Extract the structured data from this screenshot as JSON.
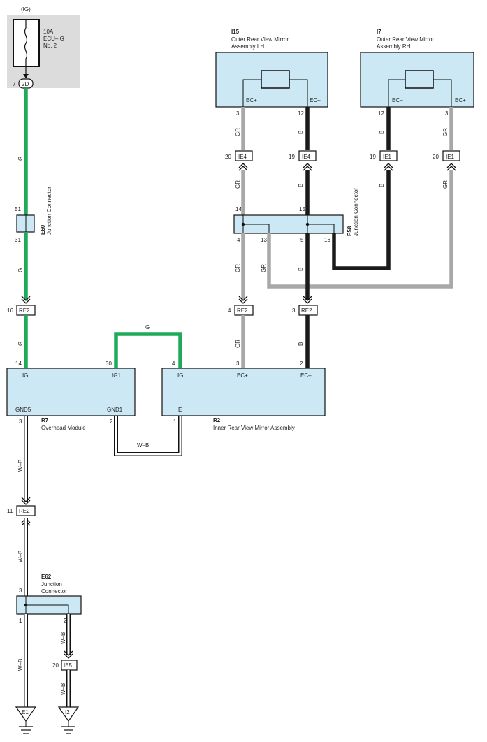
{
  "colors": {
    "G": "#1faa59",
    "GR": "#a8a8a8",
    "B": "#1a1a1a",
    "WB": "#111111",
    "module_fill": "#cce8f4",
    "fuse_fill": "#dcdcdc"
  },
  "fuse": {
    "ig": "(IG)",
    "rating": "10A",
    "name1": "ECU–IG",
    "name2": "No. 2",
    "pin": "7",
    "connector": "2D"
  },
  "wires": {
    "g": "G",
    "gr": "GR",
    "b": "B",
    "wb": "W–B"
  },
  "i15": {
    "code": "I15",
    "name1": "Outer Rear View Mirror",
    "name2": "Assembly LH",
    "term_ecp": "EC+",
    "term_ecm": "EC–",
    "pin_ecp": "3",
    "pin_ecm": "12"
  },
  "i7": {
    "code": "I7",
    "name1": "Outer Rear View Mirror",
    "name2": "Assembly RH",
    "term_ecm": "EC–",
    "term_ecp": "EC+",
    "pin_ecm": "12",
    "pin_ecp": "3"
  },
  "ie4_a": {
    "pin": "20",
    "label": "IE4"
  },
  "ie4_b": {
    "pin": "19",
    "label": "IE4"
  },
  "ie1_a": {
    "pin": "19",
    "label": "IE1"
  },
  "ie1_b": {
    "pin": "20",
    "label": "IE1"
  },
  "e60": {
    "code": "E60",
    "name": "Junction Connector",
    "pin_top": "51",
    "pin_bottom": "31"
  },
  "e58": {
    "code": "E58",
    "name": "Junction Connector",
    "pin14": "14",
    "pin15": "15",
    "pin4": "4",
    "pin13": "13",
    "pin5": "5",
    "pin16": "16"
  },
  "re2_a": {
    "pin": "16",
    "label": "RE2"
  },
  "re2_b": {
    "pin": "4",
    "label": "RE2"
  },
  "re2_c": {
    "pin": "3",
    "label": "RE2"
  },
  "re2_d": {
    "pin": "11",
    "label": "RE2"
  },
  "r7": {
    "code": "R7",
    "name": "Overhead Module",
    "t_ig": "IG",
    "t_ig1": "IG1",
    "t_gnd5": "GND5",
    "t_gnd1": "GND1",
    "p14": "14",
    "p30": "30",
    "p3": "3",
    "p2": "2"
  },
  "r2": {
    "code": "R2",
    "name": "Inner Rear View Mirror Assembly",
    "t_ig": "IG",
    "t_ecp": "EC+",
    "t_ecm": "EC–",
    "t_e": "E",
    "p4": "4",
    "p3": "3",
    "p2": "2",
    "p1": "1"
  },
  "e62": {
    "code": "E62",
    "name1": "Junction",
    "name2": "Connector",
    "p3": "3",
    "p1": "1",
    "p2": "2"
  },
  "ie5": {
    "pin": "20",
    "label": "IE5"
  },
  "grounds": {
    "e1": "E1",
    "i2": "I2"
  }
}
